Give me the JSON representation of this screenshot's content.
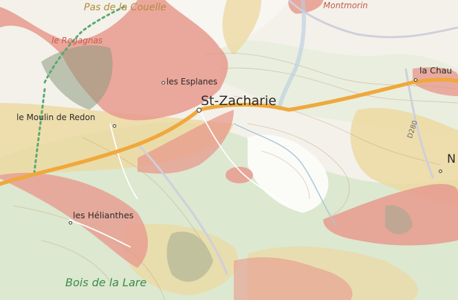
{
  "labels": {
    "pas_couelle": "Pas de la Couelle",
    "montmorin": "Montmorin",
    "le_regagnas": "le Regagnas",
    "les_esplanes": "les Esplanes",
    "st_zacharie": "St-Zacharie",
    "la_chau": "la Chau",
    "le_moulin": "le Moulin de Redon",
    "d280": "D280",
    "n_letter": "N",
    "les_helianthes": "les Hélianthes",
    "bois_lare": "Bois de la Lare"
  },
  "colors": {
    "background": "#f3f1ea",
    "vegetation_green": "#d6e6c8",
    "high_risk": "#e89a8e",
    "medium_risk": "#ecd9a2",
    "main_road": "#f0a83c",
    "river": "#a9c7d6",
    "contour": "#c6a67f",
    "trail": "#5aa870"
  }
}
